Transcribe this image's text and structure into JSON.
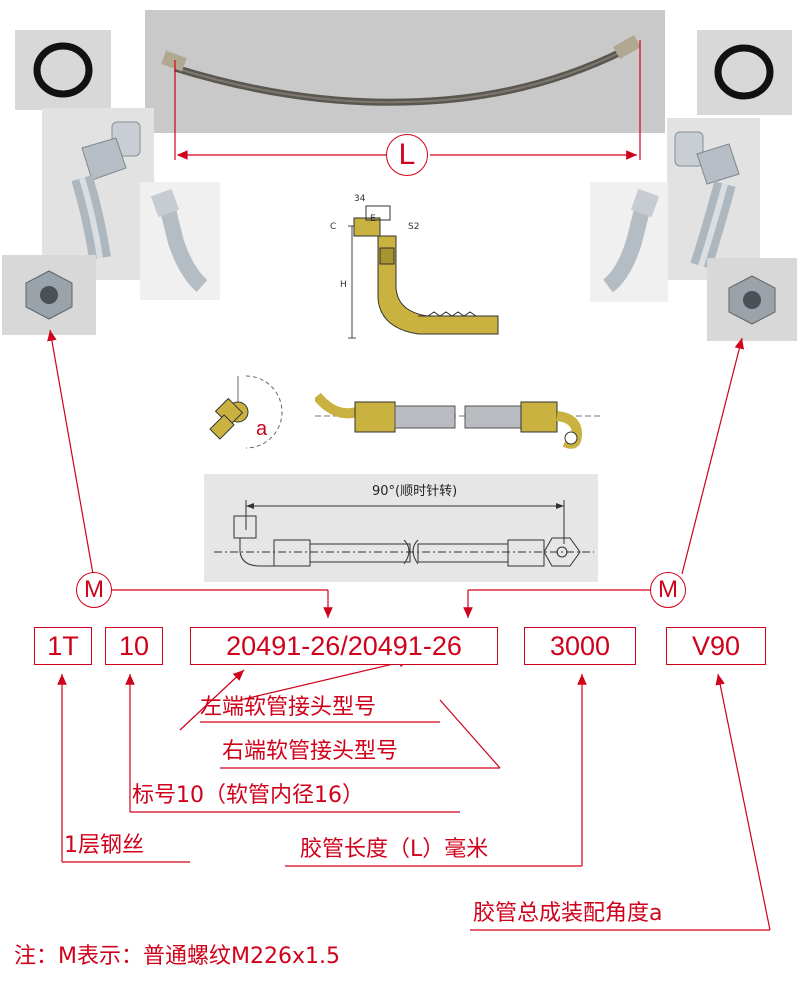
{
  "length_label": "L",
  "codes": {
    "layers": "1T",
    "size": "10",
    "fittings": "20491-26/20491-26",
    "length": "3000",
    "angle": "V90"
  },
  "m_marker": "M",
  "angle_marker": "a",
  "drawing": {
    "rotation_text": "90°(顺时针转)",
    "dim_34": "34",
    "dim_S2": "S2",
    "dim_C": "C",
    "dim_E": "E",
    "dim_H": "H"
  },
  "labels": {
    "left_fitting": "左端软管接头型号",
    "right_fitting": "右端软管接头型号",
    "size": "标号10（软管内径16）",
    "layers": "1层钢丝",
    "length": "胶管长度（L）毫米",
    "angle": "胶管总成装配角度a"
  },
  "note": "注：M表示：普通螺纹M226x1.5",
  "colors": {
    "accent": "#d0021b",
    "brass": "#c9b240",
    "steel": "#b8c0c8"
  }
}
